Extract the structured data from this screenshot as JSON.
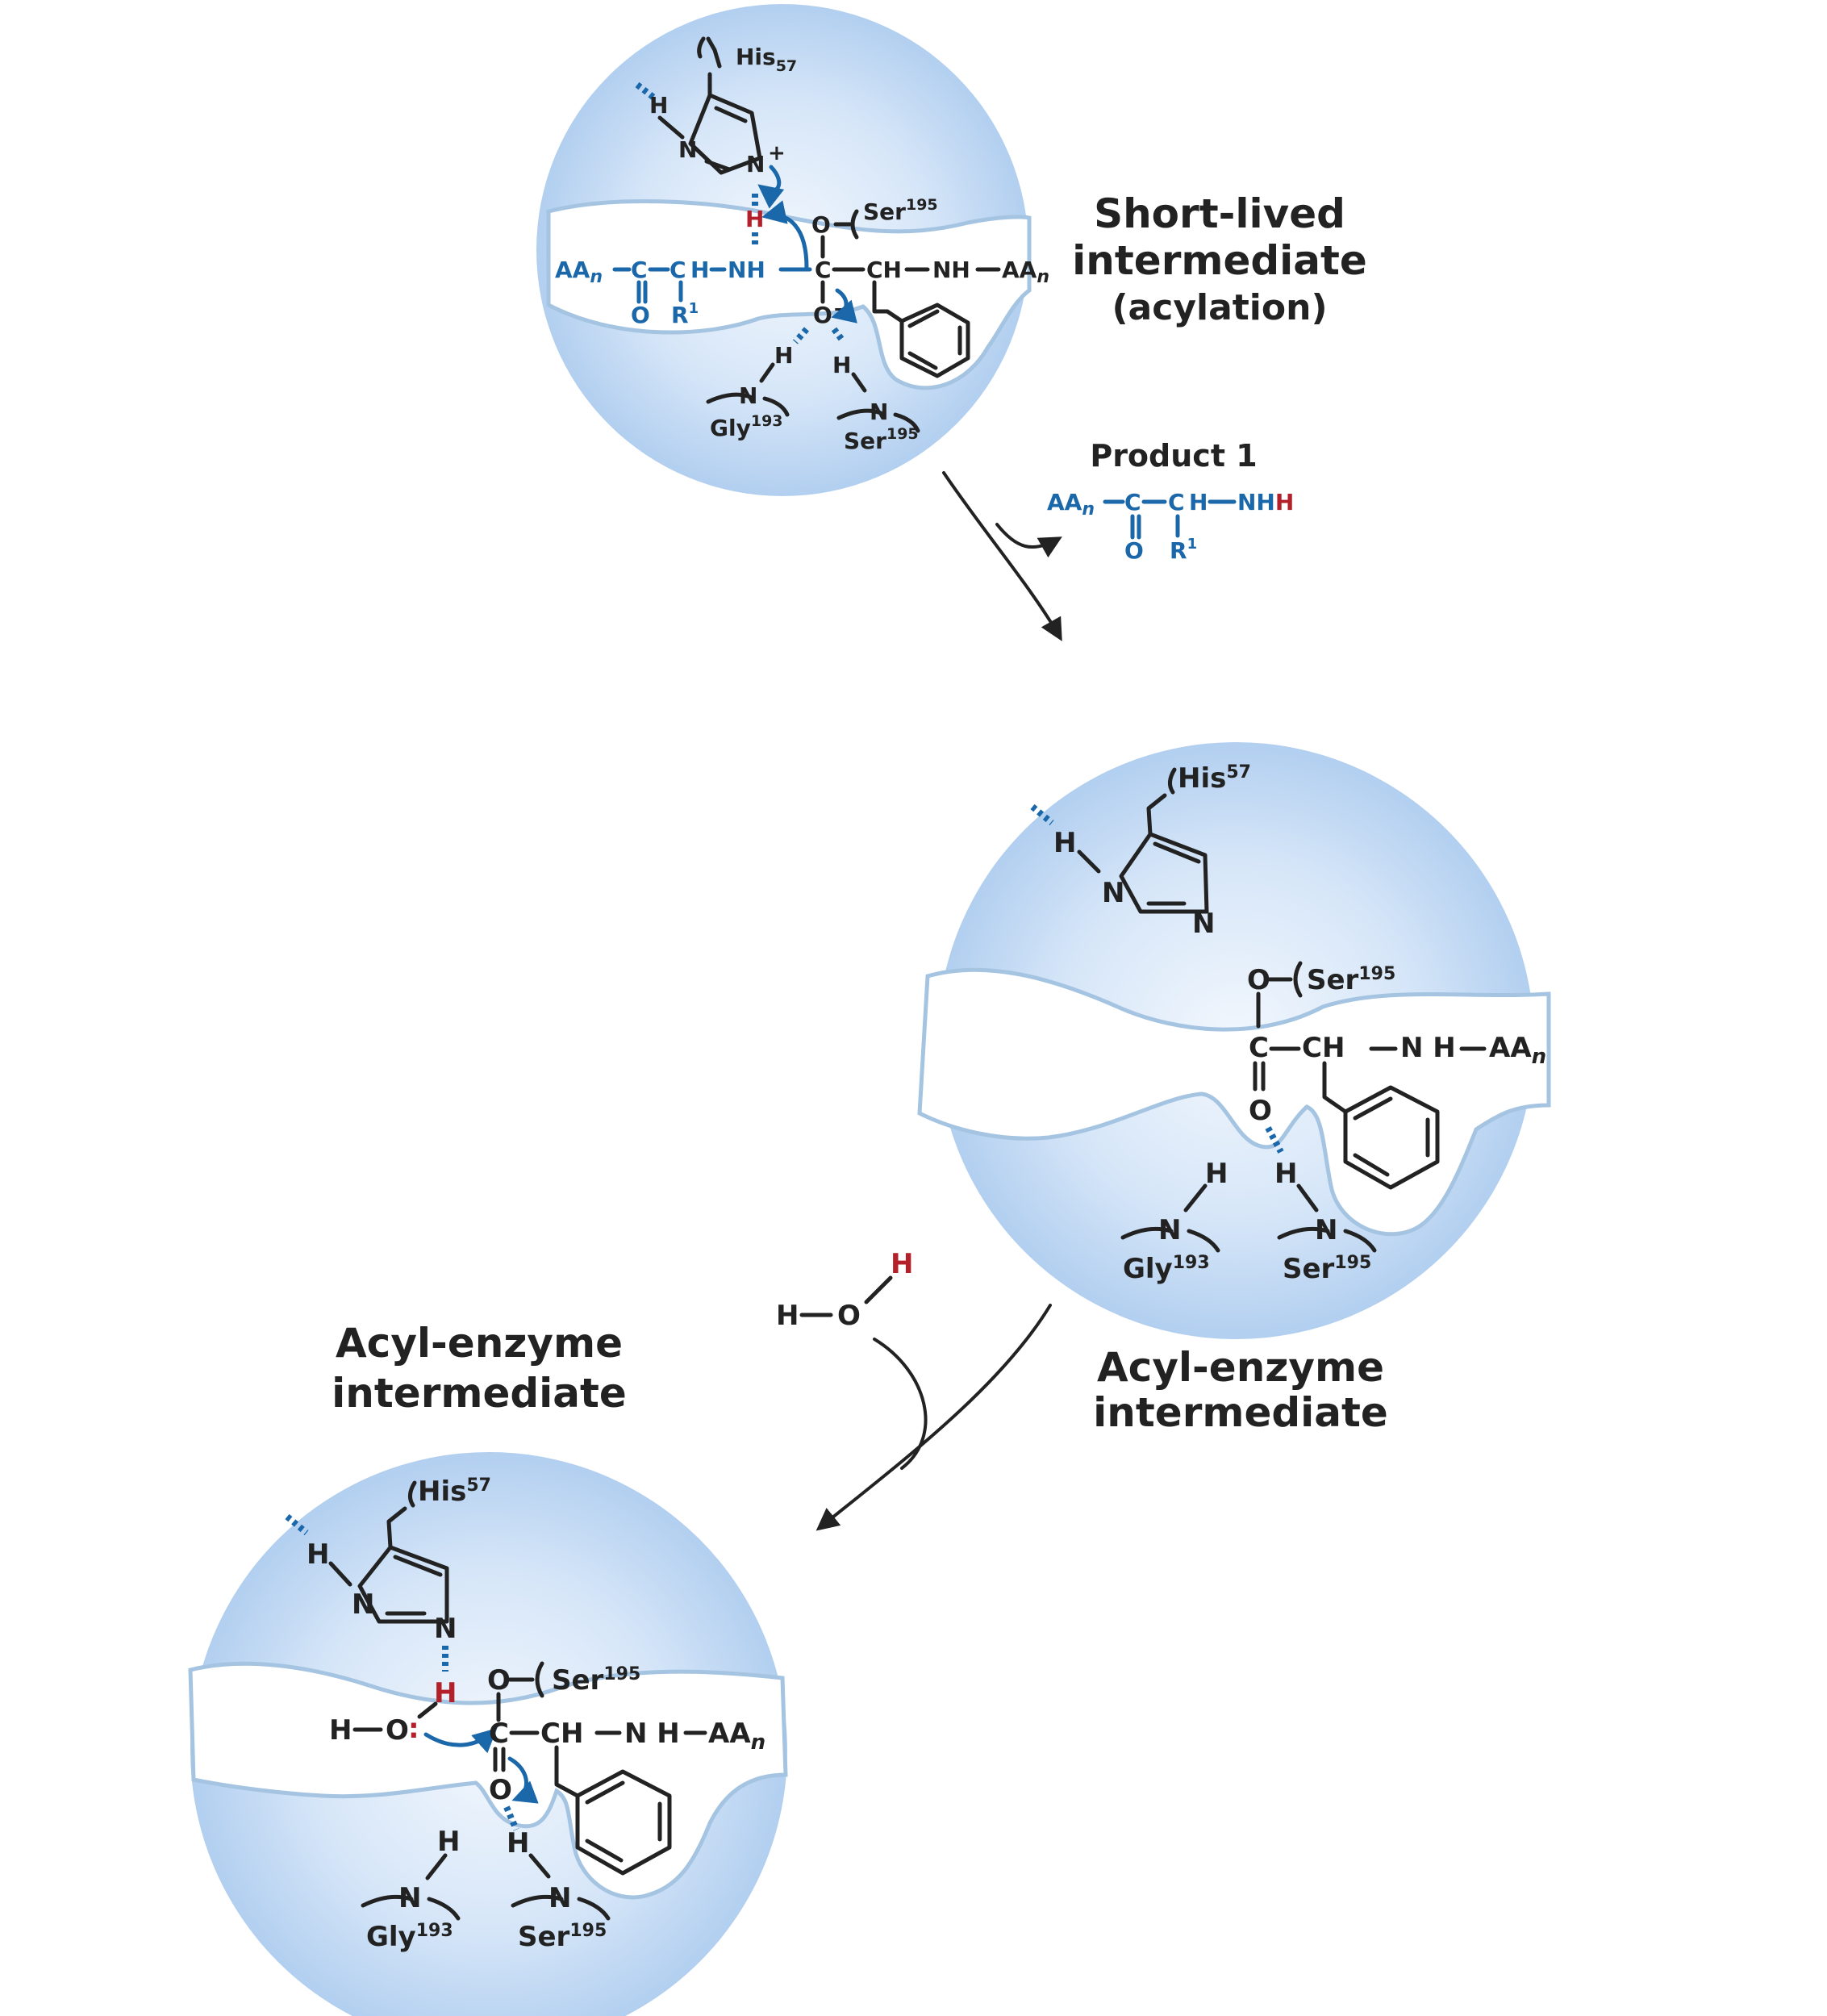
{
  "labels": {
    "short_lived": [
      "Short-lived",
      "intermediate",
      "(acylation)"
    ],
    "product1": "Product 1",
    "acyl_right": [
      "Acyl-enzyme",
      "intermediate"
    ],
    "acyl_left": [
      "Acyl-enzyme",
      "intermediate"
    ]
  },
  "residues": {
    "his": "His",
    "his_num": "57",
    "ser": "Ser",
    "ser_num": "195",
    "gly": "Gly",
    "gly_num": "193"
  },
  "atoms": {
    "N": "N",
    "H": "H",
    "O": "O",
    "C": "C",
    "CH": "CH",
    "NH": "NH",
    "NH_spaced": "N H",
    "NHH_N": "NH",
    "NHH_H": "H",
    "AA": "AA",
    "n": "n",
    "R": "R",
    "one": "1",
    "plus": "+",
    "minus": "–",
    "lone_pair": ":"
  },
  "colors": {
    "substrate_blue": "#1a67aa",
    "proton_red": "#b3202a",
    "enzyme_fill_light": "#f2f7fd",
    "enzyme_fill_dark": "#b2cff0",
    "cleft_outline": "#a4c4e2",
    "text_dark": "#222222"
  },
  "icons": {
    "enzyme": "sphere",
    "reaction_arrow": "curved-arrow",
    "electron_push": "curved-half-arrow",
    "hydrogen_bond": "dashed-bond"
  }
}
